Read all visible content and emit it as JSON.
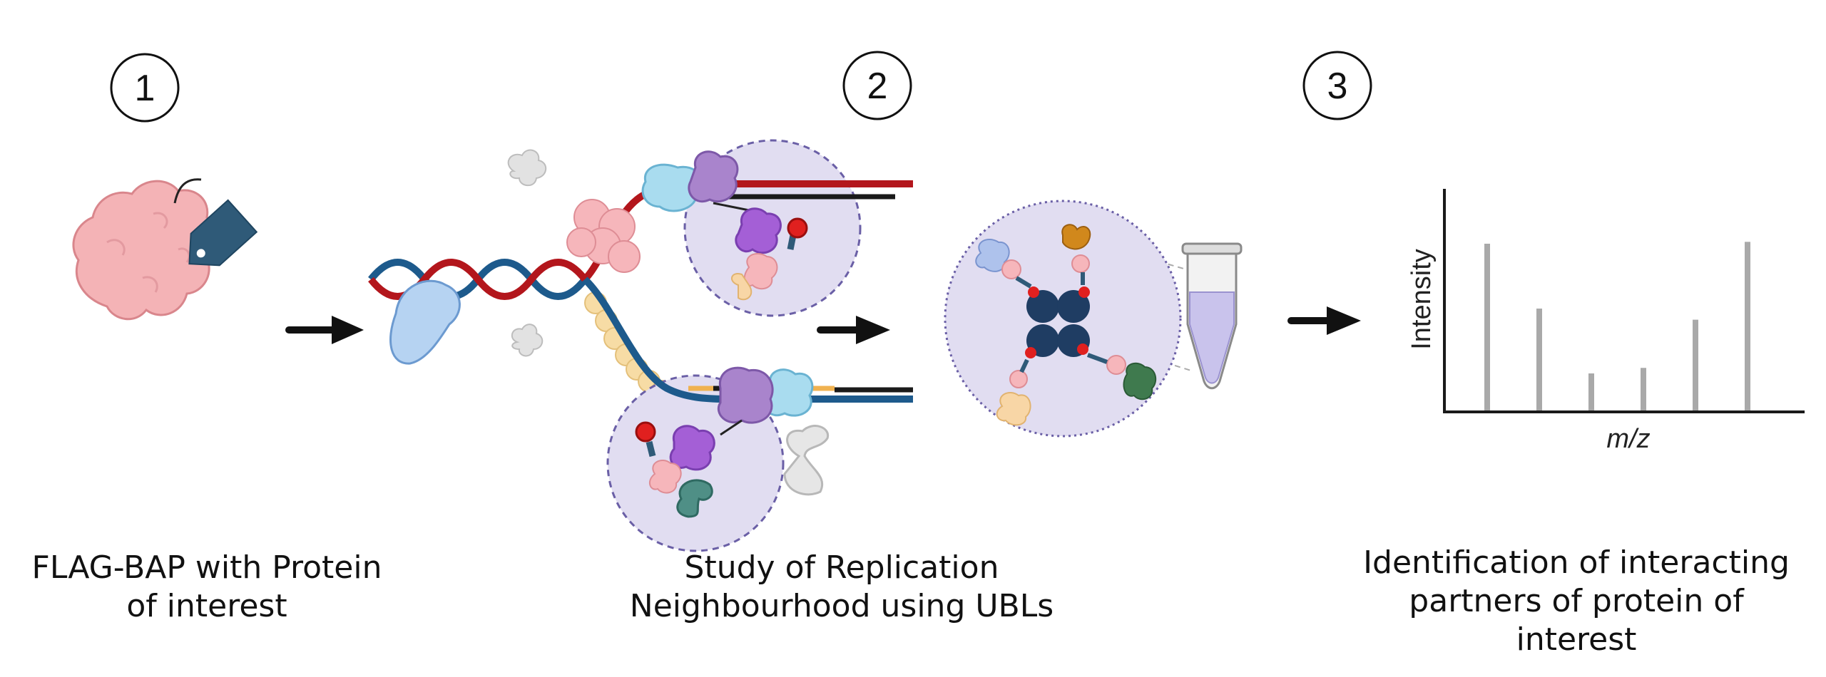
{
  "steps": [
    {
      "number": "1",
      "caption_lines": [
        "FLAG-BAP with Protein",
        "of interest"
      ]
    },
    {
      "number": "2",
      "caption_lines": [
        "Study of Replication",
        "Neighbourhood using UBLs"
      ]
    },
    {
      "number": "3",
      "caption_lines": [
        "Identification of interacting",
        "partners of protein of",
        "interest"
      ]
    }
  ],
  "spectrum": {
    "ylabel": "Intensity",
    "xlabel": "m/z",
    "peaks": [
      0.9,
      0.55,
      0.2,
      0.23,
      0.49,
      0.91
    ]
  },
  "colors": {
    "protein_pink": "#f2aeb2",
    "tag": "#2f5a78",
    "dna_red": "#b3161c",
    "dna_blue": "#1d5a8c",
    "neighbourhood_fill": "#e1ddf1",
    "neighbourhood_stroke": "#6a5fa6",
    "purple_protein": "#9b5fc8",
    "bead_navy": "#1f3d63",
    "peak_gray": "#a9a9a9"
  }
}
